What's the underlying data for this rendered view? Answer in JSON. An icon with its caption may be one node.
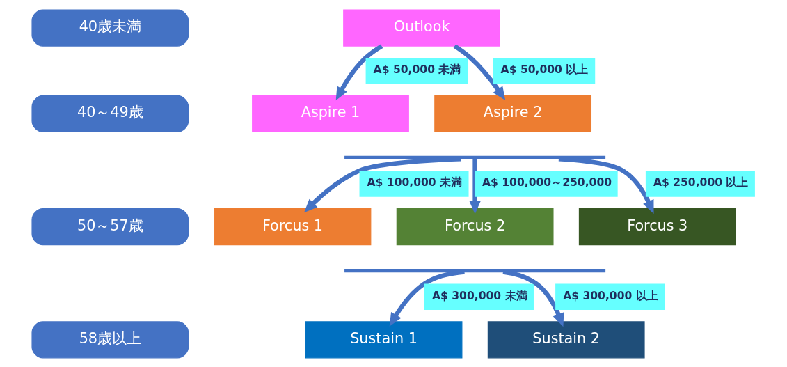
{
  "diagram": {
    "nodes": [
      {
        "text": [
          "40歳未満"
        ]
      },
      {
        "text": [
          "Outlook"
        ]
      },
      {
        "text": [
          "40～49歳"
        ]
      },
      {
        "text": [
          "Aspire 1"
        ]
      },
      {
        "text": [
          "Aspire 2"
        ]
      },
      {
        "text": [],
        "shape": "bar"
      },
      {
        "text": [
          "50～57歳"
        ]
      },
      {
        "text": [
          "Forcus 1"
        ]
      },
      {
        "text": [
          "Forcus 2"
        ]
      },
      {
        "text": [
          "Forcus 3"
        ]
      },
      {
        "text": [],
        "shape": "bar"
      },
      {
        "text": [
          "58歳以上"
        ]
      },
      {
        "text": [
          "Sustain 1"
        ]
      },
      {
        "text": [
          "Sustain 2"
        ]
      }
    ],
    "edges": [
      {
        "from": 1,
        "to": 3,
        "arrow": "to",
        "label": "A$ 50,000 未満"
      },
      {
        "from": 1,
        "to": 4,
        "arrow": "to",
        "label": "A$ 50,000 以上"
      },
      {
        "from": 5,
        "to": 7,
        "arrow": "to",
        "label": "A$ 100,000 未満"
      },
      {
        "from": 5,
        "to": 8,
        "arrow": "to",
        "label": "A$ 100,000～250,000"
      },
      {
        "from": 5,
        "to": 9,
        "arrow": "to",
        "label": "A$ 250,000 以上"
      },
      {
        "from": 10,
        "to": 12,
        "arrow": "to",
        "label": "A$ 300,000 未満"
      },
      {
        "from": 10,
        "to": 13,
        "arrow": "to",
        "label": "A$ 300,000 以上"
      }
    ]
  }
}
